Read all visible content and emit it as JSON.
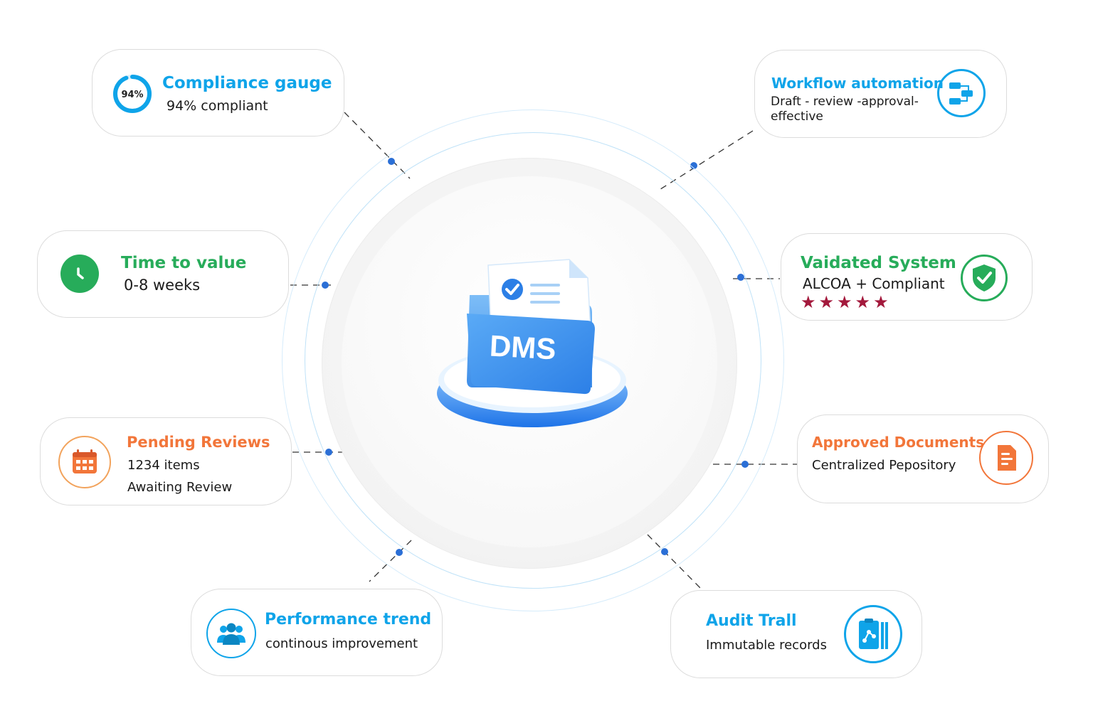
{
  "hub": {
    "label": "DMS"
  },
  "cards": {
    "compliance": {
      "title": "Compliance gauge",
      "text": "94% compliant",
      "gauge_label": "94%",
      "gauge_value": 0.94
    },
    "workflow": {
      "title": "Workflow automation",
      "line1": "Draft - review -approval-",
      "line2": "effective"
    },
    "time": {
      "title": "Time to value",
      "text": "0-8 weeks"
    },
    "validated": {
      "title": "Vaidated System",
      "text": "ALCOA + Compliant",
      "stars": "★★★★★",
      "rating": 5
    },
    "pending": {
      "title": "Pending Reviews",
      "line1": "1234 items",
      "line2": "Awaiting Review"
    },
    "approved": {
      "title": "Approved Documents",
      "text": "Centralized Pepository"
    },
    "performance": {
      "title": "Performance trend",
      "text": "continous improvement"
    },
    "audit": {
      "title": "Audit Trall",
      "text": "Immutable records"
    }
  },
  "colors": {
    "blue": "#0fa4e9",
    "green": "#27ac5a",
    "orange": "#f2763a",
    "star": "#a3193c",
    "connector_dot": "#2b6fd6"
  },
  "icons": {
    "compliance": "donut-gauge-icon",
    "workflow": "workflow-icon",
    "time": "clock-icon",
    "validated": "shield-check-icon",
    "pending": "calendar-icon",
    "approved": "document-icon",
    "performance": "users-group-icon",
    "audit": "clipboard-icon"
  }
}
